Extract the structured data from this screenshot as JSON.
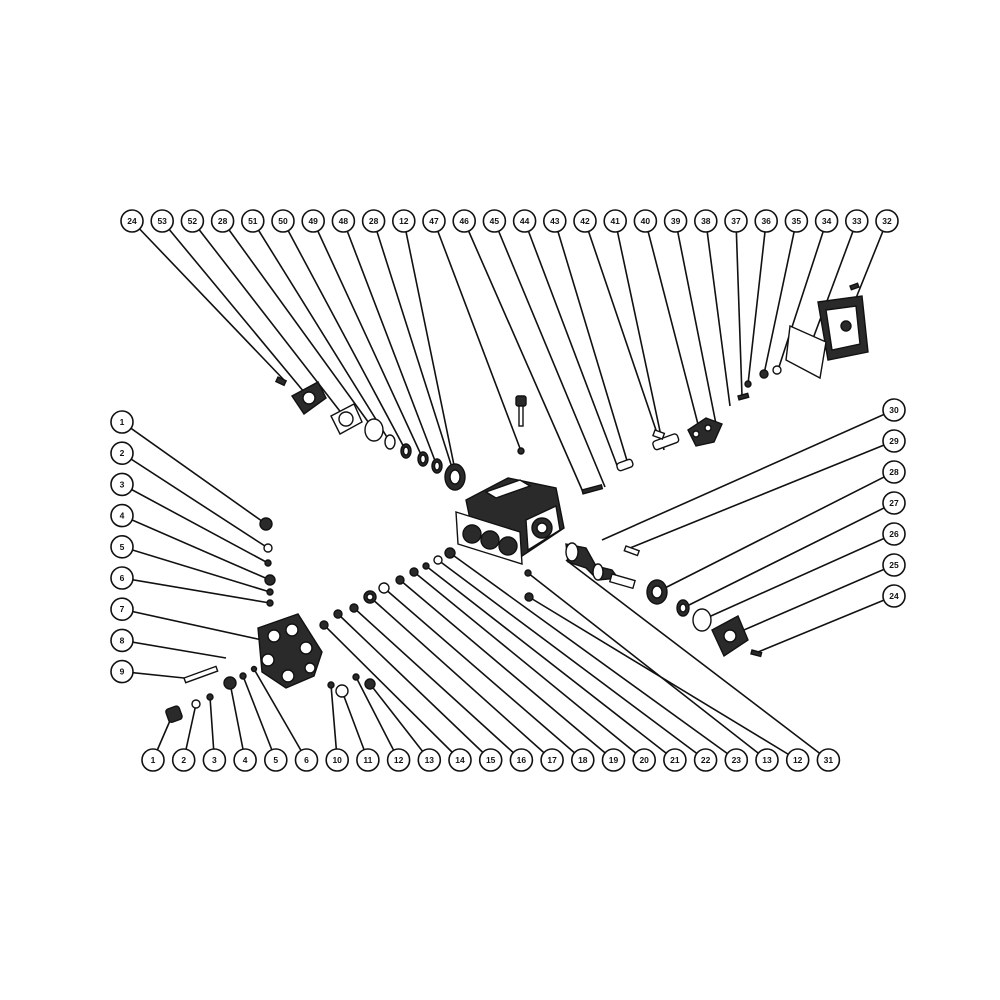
{
  "colors": {
    "line": "#111111",
    "part_fill": "#2a2a2a",
    "light_fill": "#ffffff",
    "background": "#ffffff"
  },
  "callouts": {
    "top_row": [
      "24",
      "53",
      "52",
      "28",
      "51",
      "50",
      "49",
      "48",
      "28",
      "12",
      "47",
      "46",
      "45",
      "44",
      "43",
      "42",
      "41",
      "40",
      "39",
      "38",
      "37",
      "36",
      "35",
      "34",
      "33",
      "32"
    ],
    "left_column": [
      "1",
      "2",
      "3",
      "4",
      "5",
      "6",
      "7",
      "8",
      "9"
    ],
    "bottom_row": [
      "1",
      "2",
      "3",
      "4",
      "5",
      "6",
      "10",
      "11",
      "12",
      "13",
      "14",
      "15",
      "16",
      "17",
      "18",
      "19",
      "20",
      "21",
      "22",
      "23",
      "13",
      "12",
      "31"
    ],
    "right_column": [
      "30",
      "29",
      "28",
      "27",
      "26",
      "25",
      "24"
    ]
  },
  "parts": {
    "crankcase": "pump-crankcase",
    "manifold": "pump-manifold",
    "crankshaft": "crankshaft",
    "oil_cap": "oil-cap-dipstick",
    "rear_cover": "rear-cover",
    "side_cover": "side-bearing-cover",
    "connecting_rod": "connecting-rod"
  }
}
